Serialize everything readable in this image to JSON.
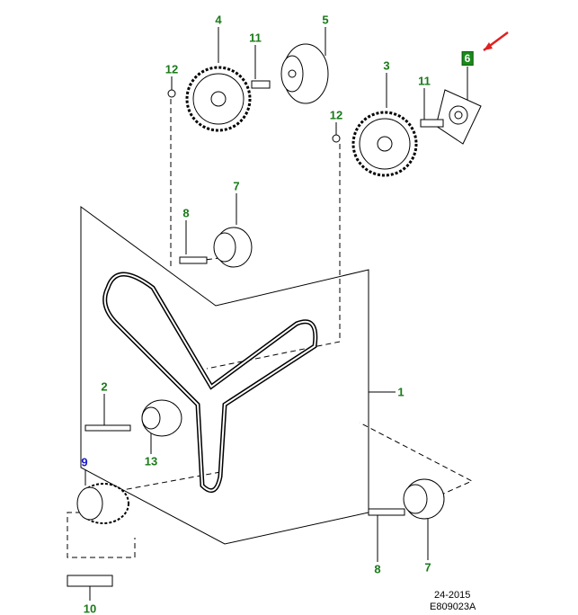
{
  "callouts": [
    {
      "id": "c4",
      "text": "4"
    },
    {
      "id": "c5",
      "text": "5"
    },
    {
      "id": "c11a",
      "text": "11"
    },
    {
      "id": "c12a",
      "text": "12"
    },
    {
      "id": "c3",
      "text": "3"
    },
    {
      "id": "c6",
      "text": "6",
      "highlighted": true
    },
    {
      "id": "c11b",
      "text": "11"
    },
    {
      "id": "c12b",
      "text": "12"
    },
    {
      "id": "c7a",
      "text": "7"
    },
    {
      "id": "c8a",
      "text": "8"
    },
    {
      "id": "c2",
      "text": "2"
    },
    {
      "id": "c1",
      "text": "1"
    },
    {
      "id": "c13",
      "text": "13"
    },
    {
      "id": "c9",
      "text": "9"
    },
    {
      "id": "c8b",
      "text": "8"
    },
    {
      "id": "c7b",
      "text": "7"
    },
    {
      "id": "c10",
      "text": "10"
    }
  ],
  "footer": {
    "ref": "24-2015",
    "code": "E809023A"
  },
  "colors": {
    "callout": "#1a7a1a",
    "callout_selected": "#1a1acc",
    "highlight_arrow": "#e02020"
  }
}
